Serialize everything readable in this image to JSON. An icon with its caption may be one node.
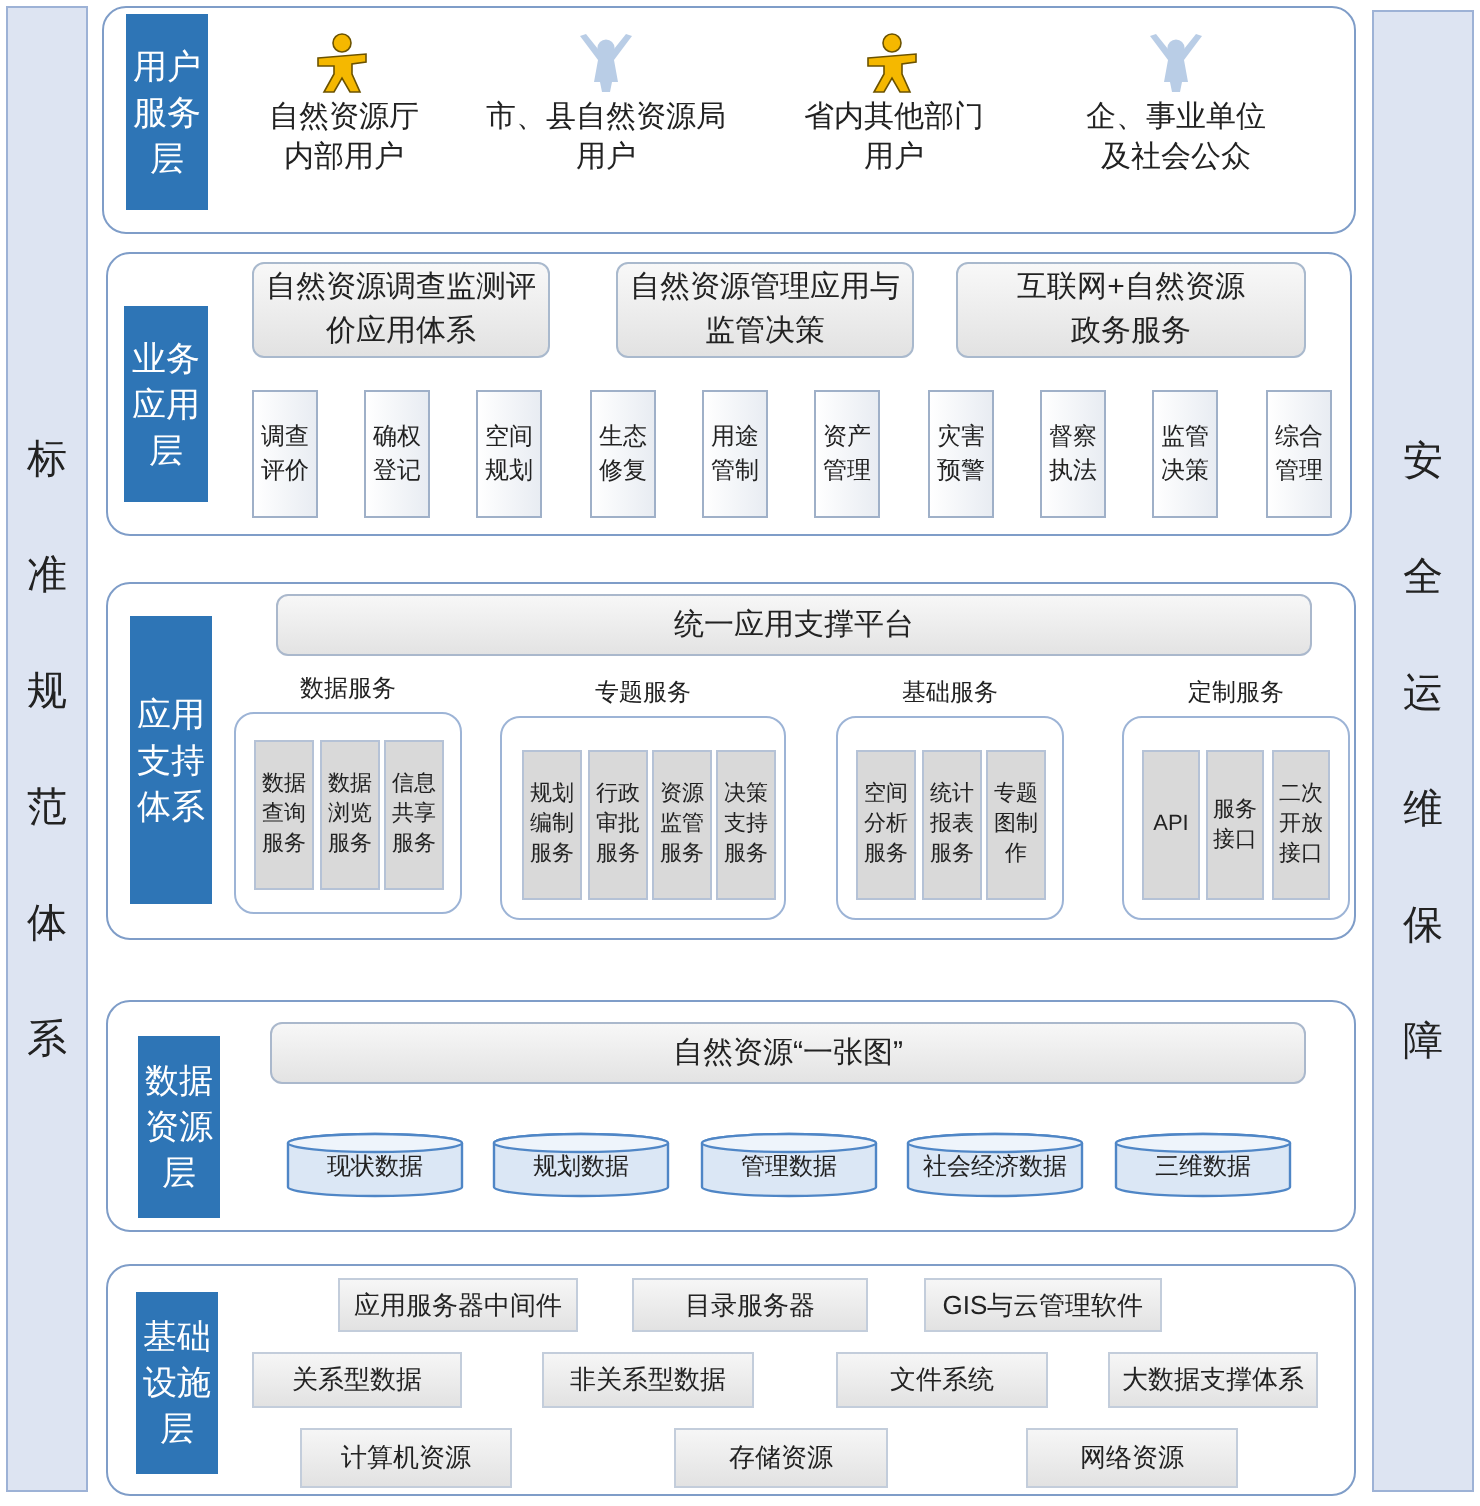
{
  "diagram": {
    "nodes": [
      {
        "text": [
          "标准规范体系"
        ]
      },
      {
        "text": [],
        "shape": "box"
      },
      {
        "text": [
          "用户服务层"
        ],
        "in": 1
      },
      {
        "text": [],
        "shape": "box"
      },
      {
        "text": [
          "业务应用层"
        ],
        "in": 3
      },
      {
        "text": [
          "自然资源调查监测评价应用体系"
        ],
        "in": 3
      },
      {
        "text": [
          "自然资源管理应用与监管决策"
        ],
        "in": 3
      },
      {
        "text": [
          "互联网+自然资源政务服务"
        ],
        "in": 3
      },
      {
        "text": [
          "调查评价"
        ],
        "in": 3
      },
      {
        "text": [
          "确权登记"
        ],
        "in": 3
      },
      {
        "text": [
          "空间规划"
        ],
        "in": 3
      },
      {
        "text": [
          "生态修复"
        ],
        "in": 3
      },
      {
        "text": [
          "用途管制"
        ],
        "in": 3
      },
      {
        "text": [
          "资产管理"
        ],
        "in": 3
      },
      {
        "text": [
          "灾害预警"
        ],
        "in": 3
      },
      {
        "text": [
          "督察执法"
        ],
        "in": 3
      },
      {
        "text": [
          "监管决策"
        ],
        "in": 3
      },
      {
        "text": [
          "综合管理"
        ],
        "in": 3
      },
      {
        "text": [],
        "shape": "box"
      },
      {
        "text": [
          "应用支持体系"
        ],
        "in": 18
      },
      {
        "text": [
          "统一应用支撑平台"
        ],
        "in": 18
      },
      {
        "text": [
          "数据服务"
        ],
        "in": 18
      },
      {
        "text": [
          "数据查询服务"
        ],
        "in": 21
      },
      {
        "text": [
          "数据浏览服务"
        ],
        "in": 21
      },
      {
        "text": [
          "信息共享服务"
        ],
        "in": 21
      },
      {
        "text": [
          "专题服务"
        ],
        "in": 18
      },
      {
        "text": [
          "规划编制服务"
        ],
        "in": 25
      },
      {
        "text": [
          "行政审批服务"
        ],
        "in": 25
      },
      {
        "text": [
          "资源监管服务"
        ],
        "in": 25
      },
      {
        "text": [
          "决策支持服务"
        ],
        "in": 25
      },
      {
        "text": [
          "基础服务"
        ],
        "in": 18
      },
      {
        "text": [
          "空间分析服务"
        ],
        "in": 30
      },
      {
        "text": [
          "统计报表服务"
        ],
        "in": 30
      },
      {
        "text": [
          "专题图制作"
        ],
        "in": 30
      },
      {
        "text": [
          "定制服务"
        ],
        "in": 18
      },
      {
        "text": [
          "API"
        ],
        "in": 34
      },
      {
        "text": [
          "服务接口"
        ],
        "in": 34
      },
      {
        "text": [
          "二次开放接口"
        ],
        "in": 34
      },
      {
        "text": [],
        "shape": "box"
      },
      {
        "text": [
          "数据资源层"
        ],
        "in": 38
      },
      {
        "text": [
          "自然资源“一张图”"
        ],
        "in": 38
      },
      {
        "text": [
          "现状数据"
        ],
        "in": 38
      },
      {
        "text": [
          "规划数据"
        ],
        "in": 38
      },
      {
        "text": [
          "管理数据"
        ],
        "in": 38
      },
      {
        "text": [
          "社会经济数据"
        ],
        "in": 38
      },
      {
        "text": [
          "三维数据"
        ],
        "in": 38
      },
      {
        "text": [],
        "shape": "box"
      },
      {
        "text": [
          "基础设施层"
        ],
        "in": 46
      },
      {
        "text": [
          "应用服务器中间件"
        ],
        "in": 46
      },
      {
        "text": [
          "目录服务器"
        ],
        "in": 46
      },
      {
        "text": [
          "GIS与云管理软件"
        ],
        "in": 46
      },
      {
        "text": [
          "关系型数据"
        ],
        "in": 46
      },
      {
        "text": [
          "非关系型数据"
        ],
        "in": 46
      },
      {
        "text": [
          "文件系统"
        ],
        "in": 46
      },
      {
        "text": [
          "大数据支撑体系"
        ],
        "in": 46
      },
      {
        "text": [
          "计算机资源"
        ],
        "in": 46
      },
      {
        "text": [
          "存储资源"
        ],
        "in": 46
      },
      {
        "text": [
          "网络资源"
        ],
        "in": 46
      },
      {
        "text": [
          "安全运维保障"
        ]
      }
    ],
    "labels": [
      "自然资源厅内部用户",
      "市、县自然资源局用户",
      "省内其他部门用户",
      "企、事业单位及社会公众"
    ]
  }
}
